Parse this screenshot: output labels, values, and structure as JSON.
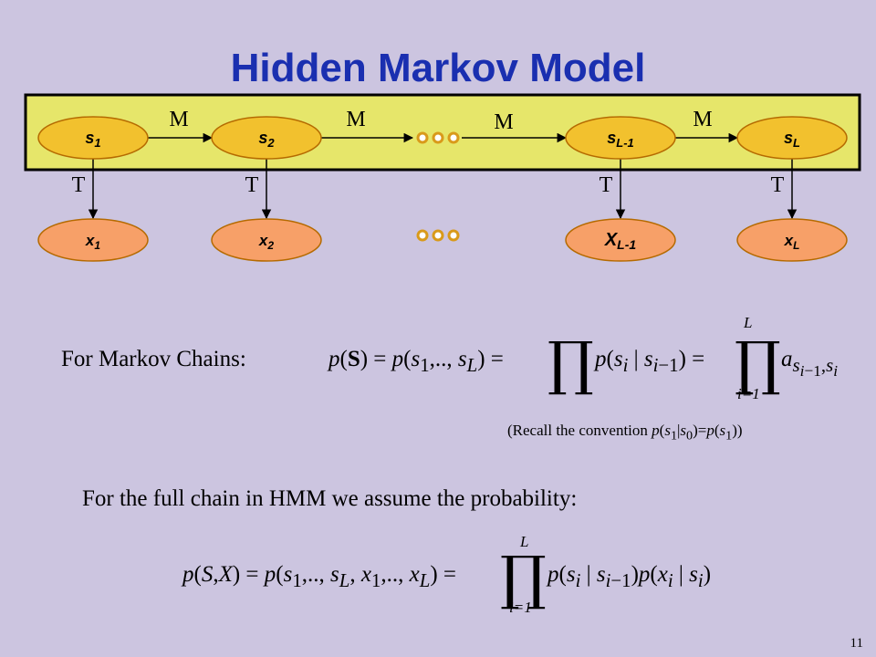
{
  "title": "Hidden Markov Model",
  "colors": {
    "title": "#1a2fb0",
    "background": "#ccc5e0",
    "chain_band": "#e6e66a",
    "state_node": "#f2c12e",
    "emission_node": "#f7a068",
    "node_border": "#b56a00",
    "dot": "#d99a1a"
  },
  "states": [
    {
      "base": "s",
      "sub": "1"
    },
    {
      "base": "s",
      "sub": "2"
    },
    {
      "base": "s",
      "sub": "L-1"
    },
    {
      "base": "s",
      "sub": "L"
    }
  ],
  "emissions": [
    {
      "base": "x",
      "sub": "1"
    },
    {
      "base": "x",
      "sub": "2"
    },
    {
      "base": "X",
      "sub": "L-1"
    },
    {
      "base": "x",
      "sub": "L"
    }
  ],
  "transition_label": "M",
  "emission_label": "T",
  "markov_text": "For Markov Chains:",
  "recall_note": {
    "prefix": "(Recall the convention ",
    "formula": "p(s1|s0)=p(s1)",
    "suffix": ")"
  },
  "hmm_text": "For the full chain in HMM we assume the probability:",
  "formula_markov": {
    "lhs": "p(S) = p(s1,.., sL) =",
    "product_term": "p(si | si−1) =",
    "final_term": "a si−1,si",
    "upper_limit": "L",
    "lower_limit": "i=1"
  },
  "formula_hmm": {
    "lhs": "p(S,X) = p(s1,.., sL, x1,.., xL) =",
    "product_term": "p(si | si−1)p(xi | si)",
    "upper_limit": "L",
    "lower_limit": "i=1"
  },
  "page_number": "11"
}
